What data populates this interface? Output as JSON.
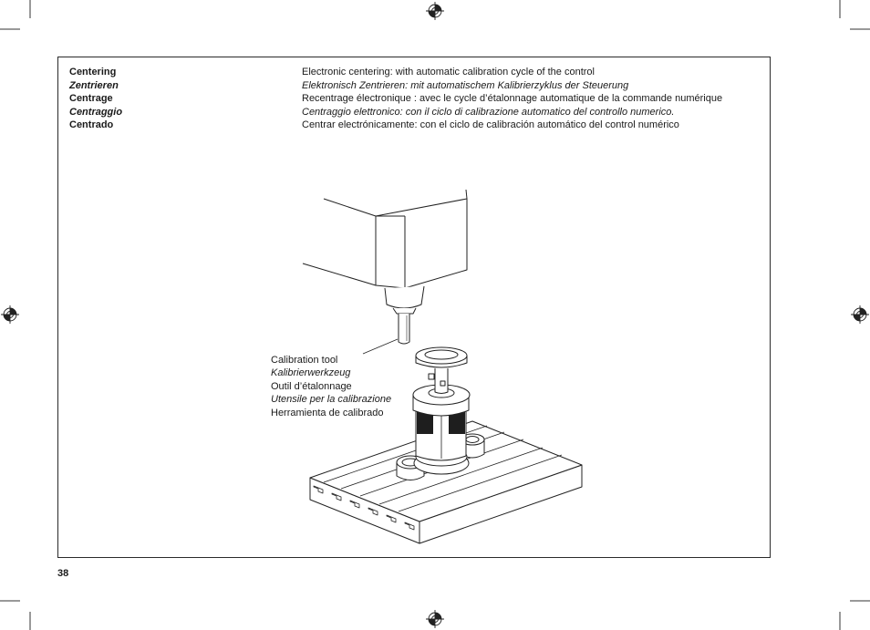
{
  "terms": [
    {
      "term": "Centering",
      "description": "Electronic centering: with automatic calibration cycle of the control",
      "italic": false
    },
    {
      "term": "Zentrieren",
      "description": "Elektronisch Zentrieren: mit automatischem Kalibrierzyklus der Steuerung",
      "italic": true
    },
    {
      "term": "Centrage",
      "description": "Recentrage électronique : avec le cycle d’étalonnage automatique de la commande numérique",
      "italic": false
    },
    {
      "term": "Centraggio",
      "description": "Centraggio elettronico: con il ciclo di calibrazione automatico del controllo numerico.",
      "italic": true
    },
    {
      "term": "Centrado",
      "description": "Centrar electrónicamente: con el ciclo de calibración automático del control numérico",
      "italic": false
    }
  ],
  "callout": {
    "lines": [
      {
        "text": "Calibration tool",
        "italic": false
      },
      {
        "text": "Kalibrierwerkzeug",
        "italic": true
      },
      {
        "text": "Outil d’étalonnage",
        "italic": false
      },
      {
        "text": "Utensile per la calibrazione",
        "italic": true
      },
      {
        "text": "Herramienta de calibrado",
        "italic": false
      }
    ]
  },
  "page_number": "38"
}
